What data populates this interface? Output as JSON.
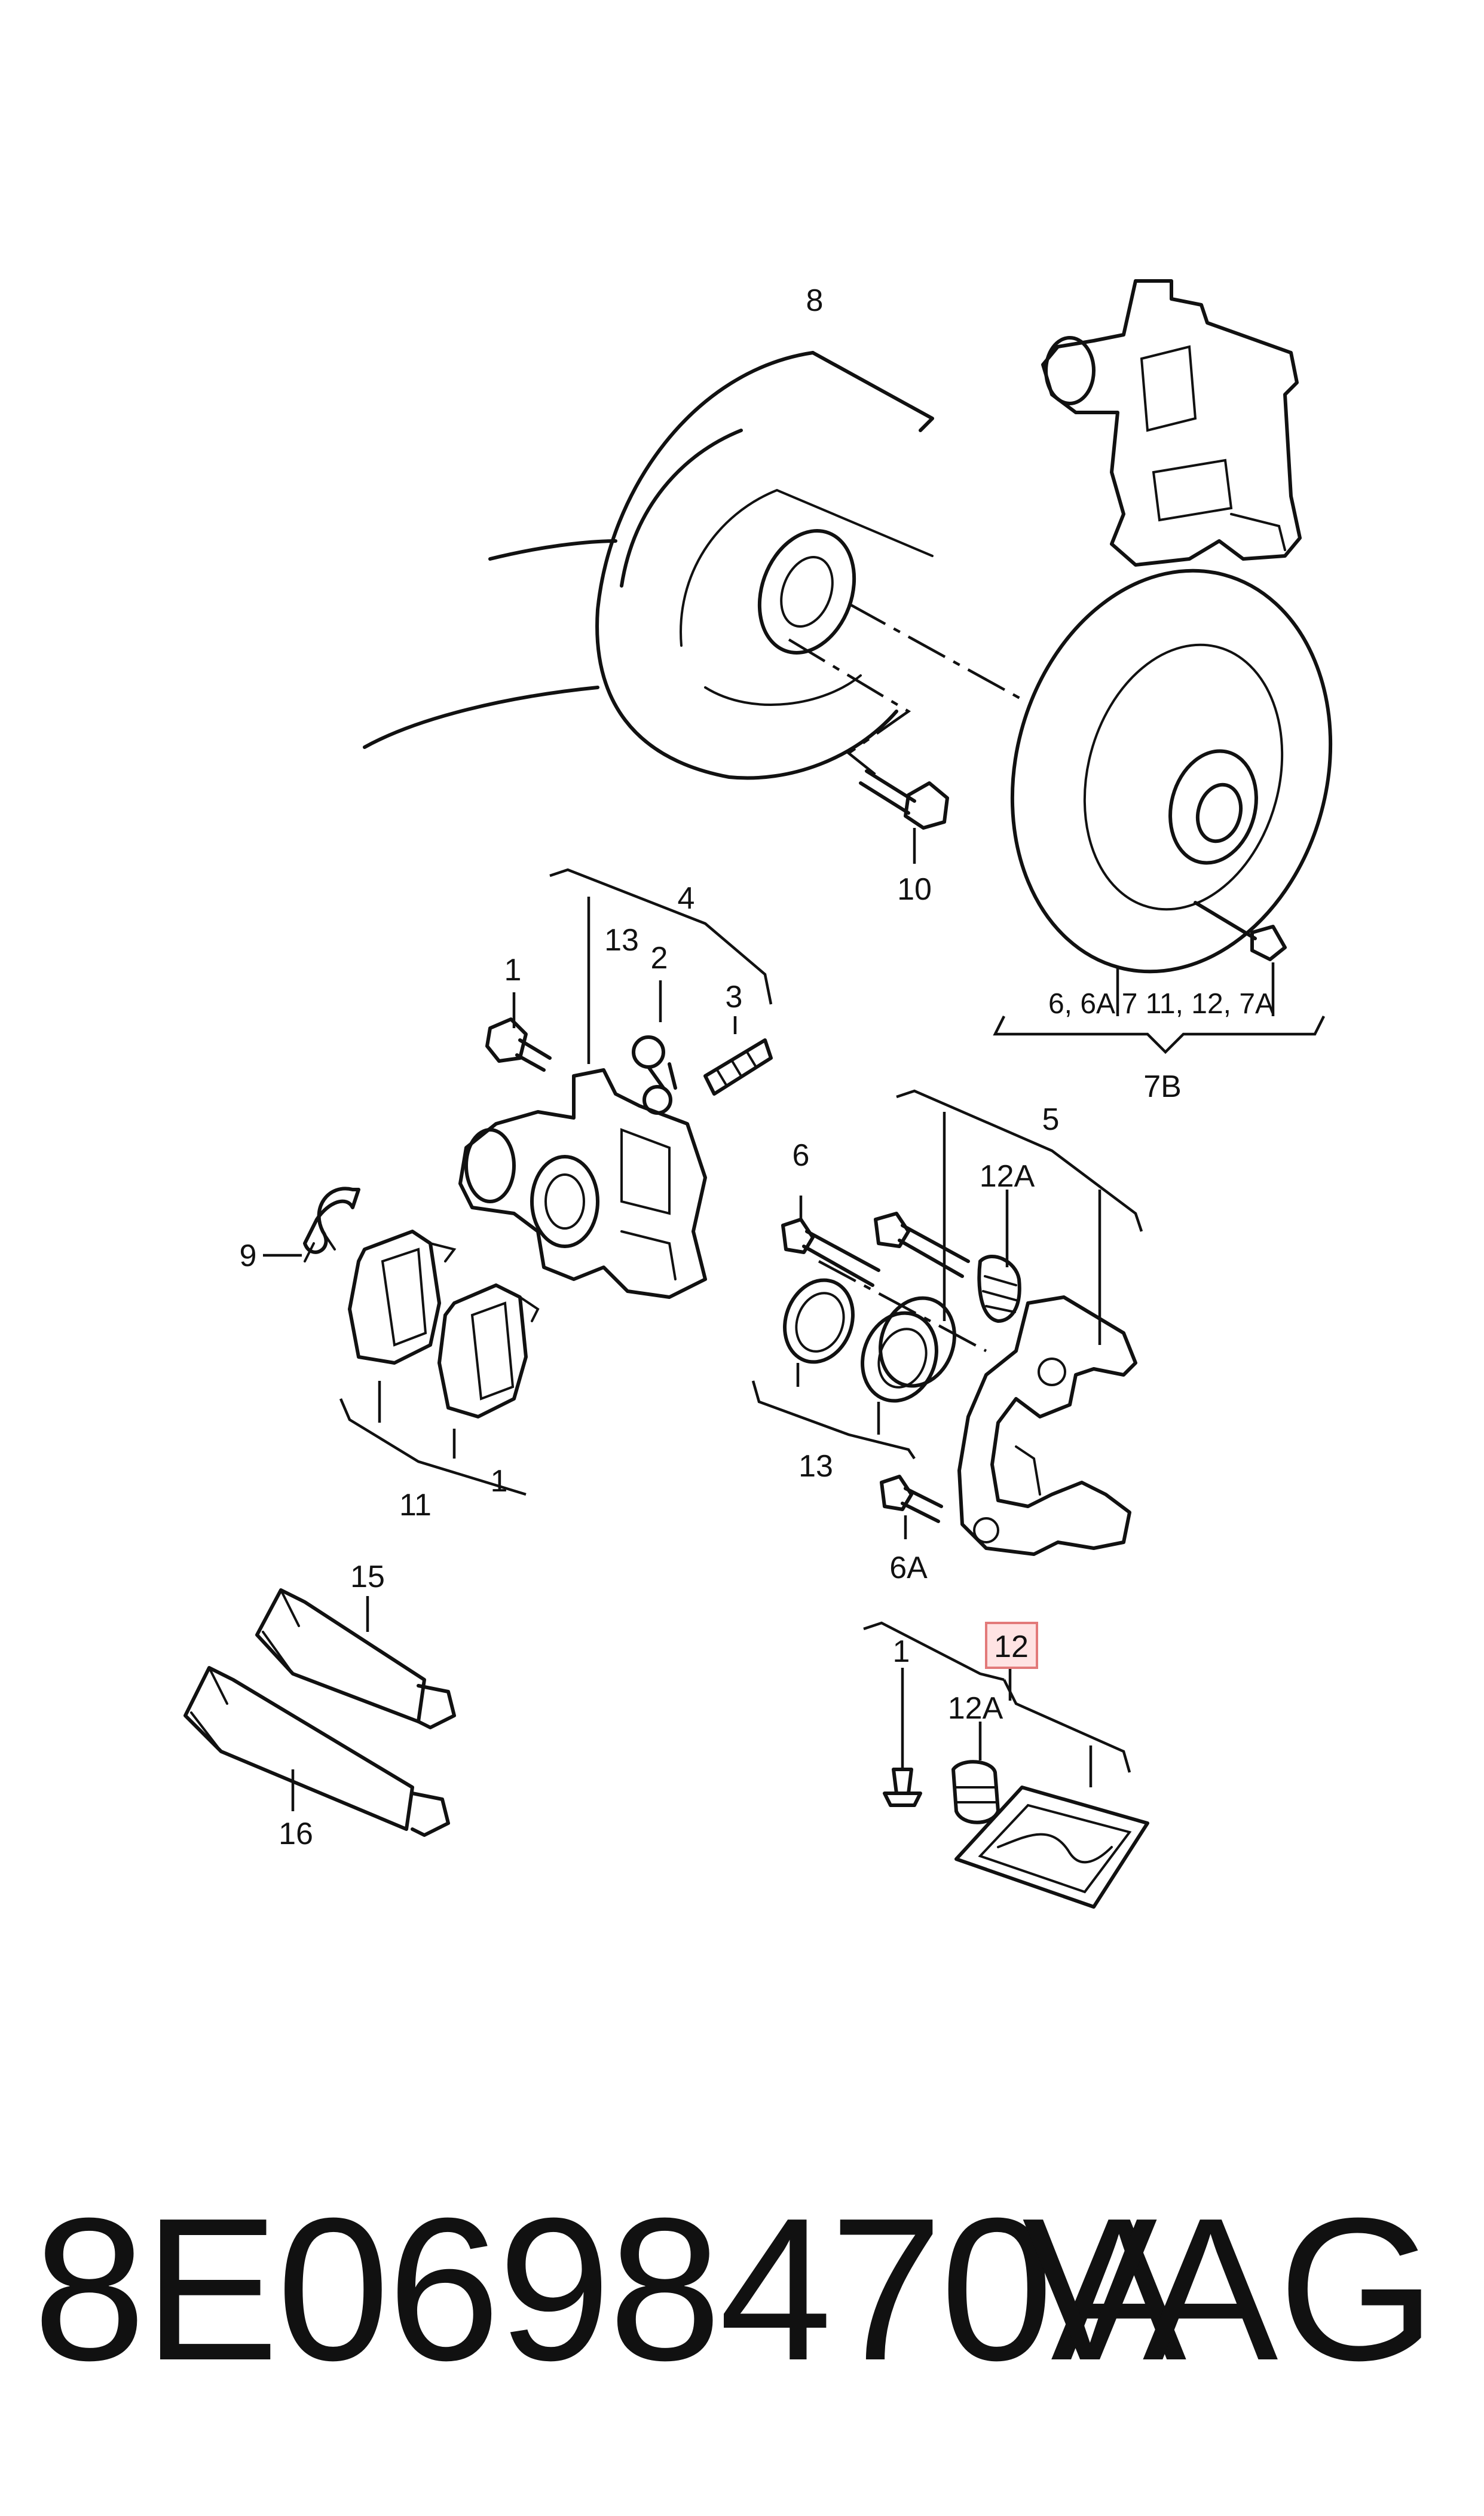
{
  "callouts": {
    "c1a": "1",
    "c1b": "1",
    "c1c": "1",
    "c2": "2",
    "c3": "3",
    "c4": "4",
    "c5": "5",
    "c6": "6",
    "c6a": "6A",
    "c8": "8",
    "c9": "9",
    "c10": "10",
    "c11": "11",
    "c12": "12",
    "c12a_top": "12A",
    "c12a_kit": "12A",
    "c13a": "13",
    "c13b": "13",
    "c15": "15",
    "c16": "16",
    "disc_group": "6, 6A   7 11, 12, 7A",
    "c7b": "7B"
  },
  "highlighted_callout": "12",
  "colors": {
    "highlight_fill": "#ffe3e3",
    "highlight_border": "#e27a7a"
  },
  "footer": {
    "part_number": "8E0698470A",
    "brand": "VAG"
  }
}
